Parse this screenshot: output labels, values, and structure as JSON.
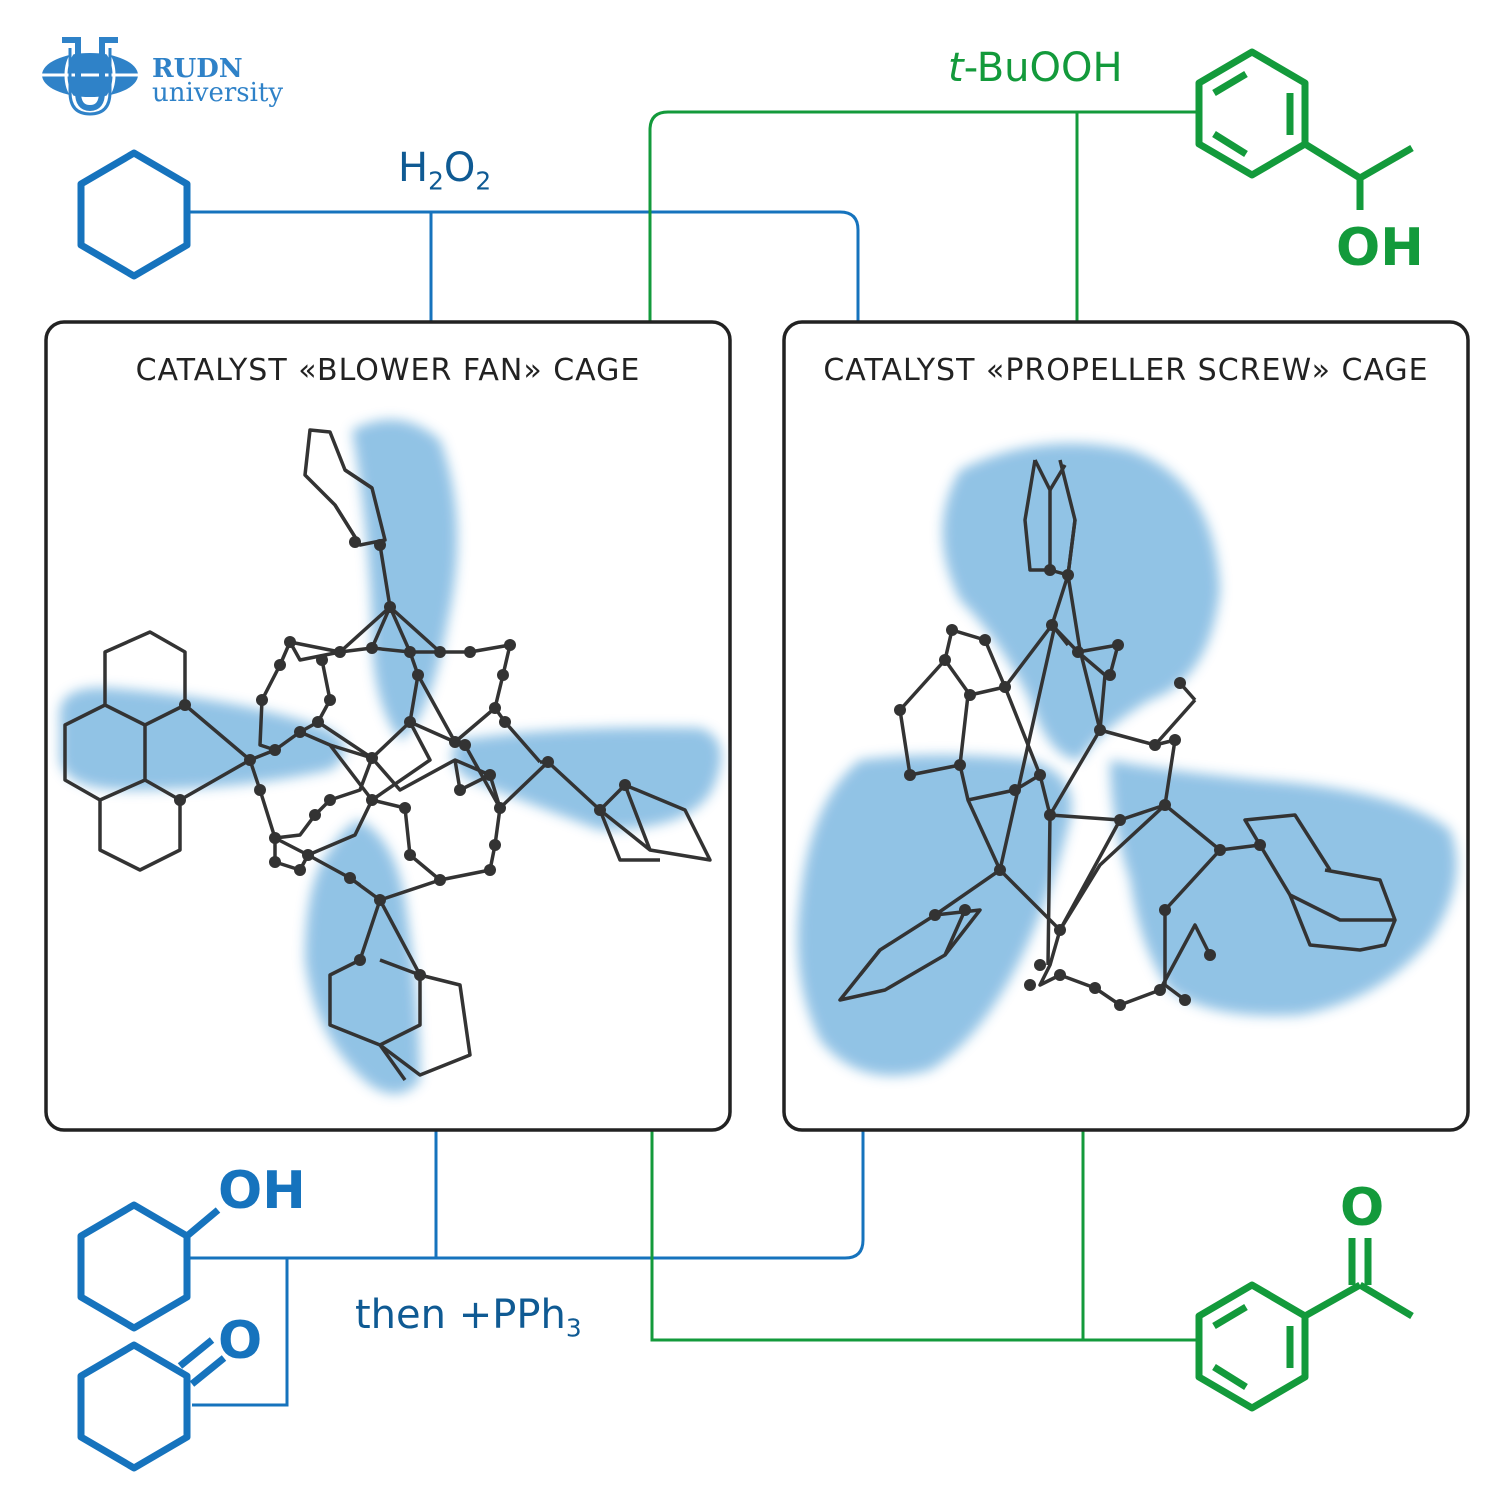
{
  "logo": {
    "line1": "RUDN",
    "line2": "university"
  },
  "reagents": {
    "h2o2": {
      "main": "H",
      "sub1": "2",
      "mid": "O",
      "sub2": "2"
    },
    "tbuooh": {
      "italic": "t",
      "rest": "-BuOOH"
    },
    "pph3": {
      "main": "then +PPh",
      "sub": "3"
    }
  },
  "atoms": {
    "oh_top_green": "OH",
    "oh_bottom_blue": "OH",
    "o_bottom_blue": "O",
    "o_bottom_green": "O"
  },
  "panels": {
    "left_title": "CATALYST «BLOWER FAN» CAGE",
    "right_title": "CATALYST «PROPELLER SCREW» CAGE"
  },
  "colors": {
    "blue_path": "#1673bd",
    "green_path": "#139a3b",
    "blob": "#8cc0e4",
    "frame": "#222222",
    "skeleton": "#333333"
  }
}
